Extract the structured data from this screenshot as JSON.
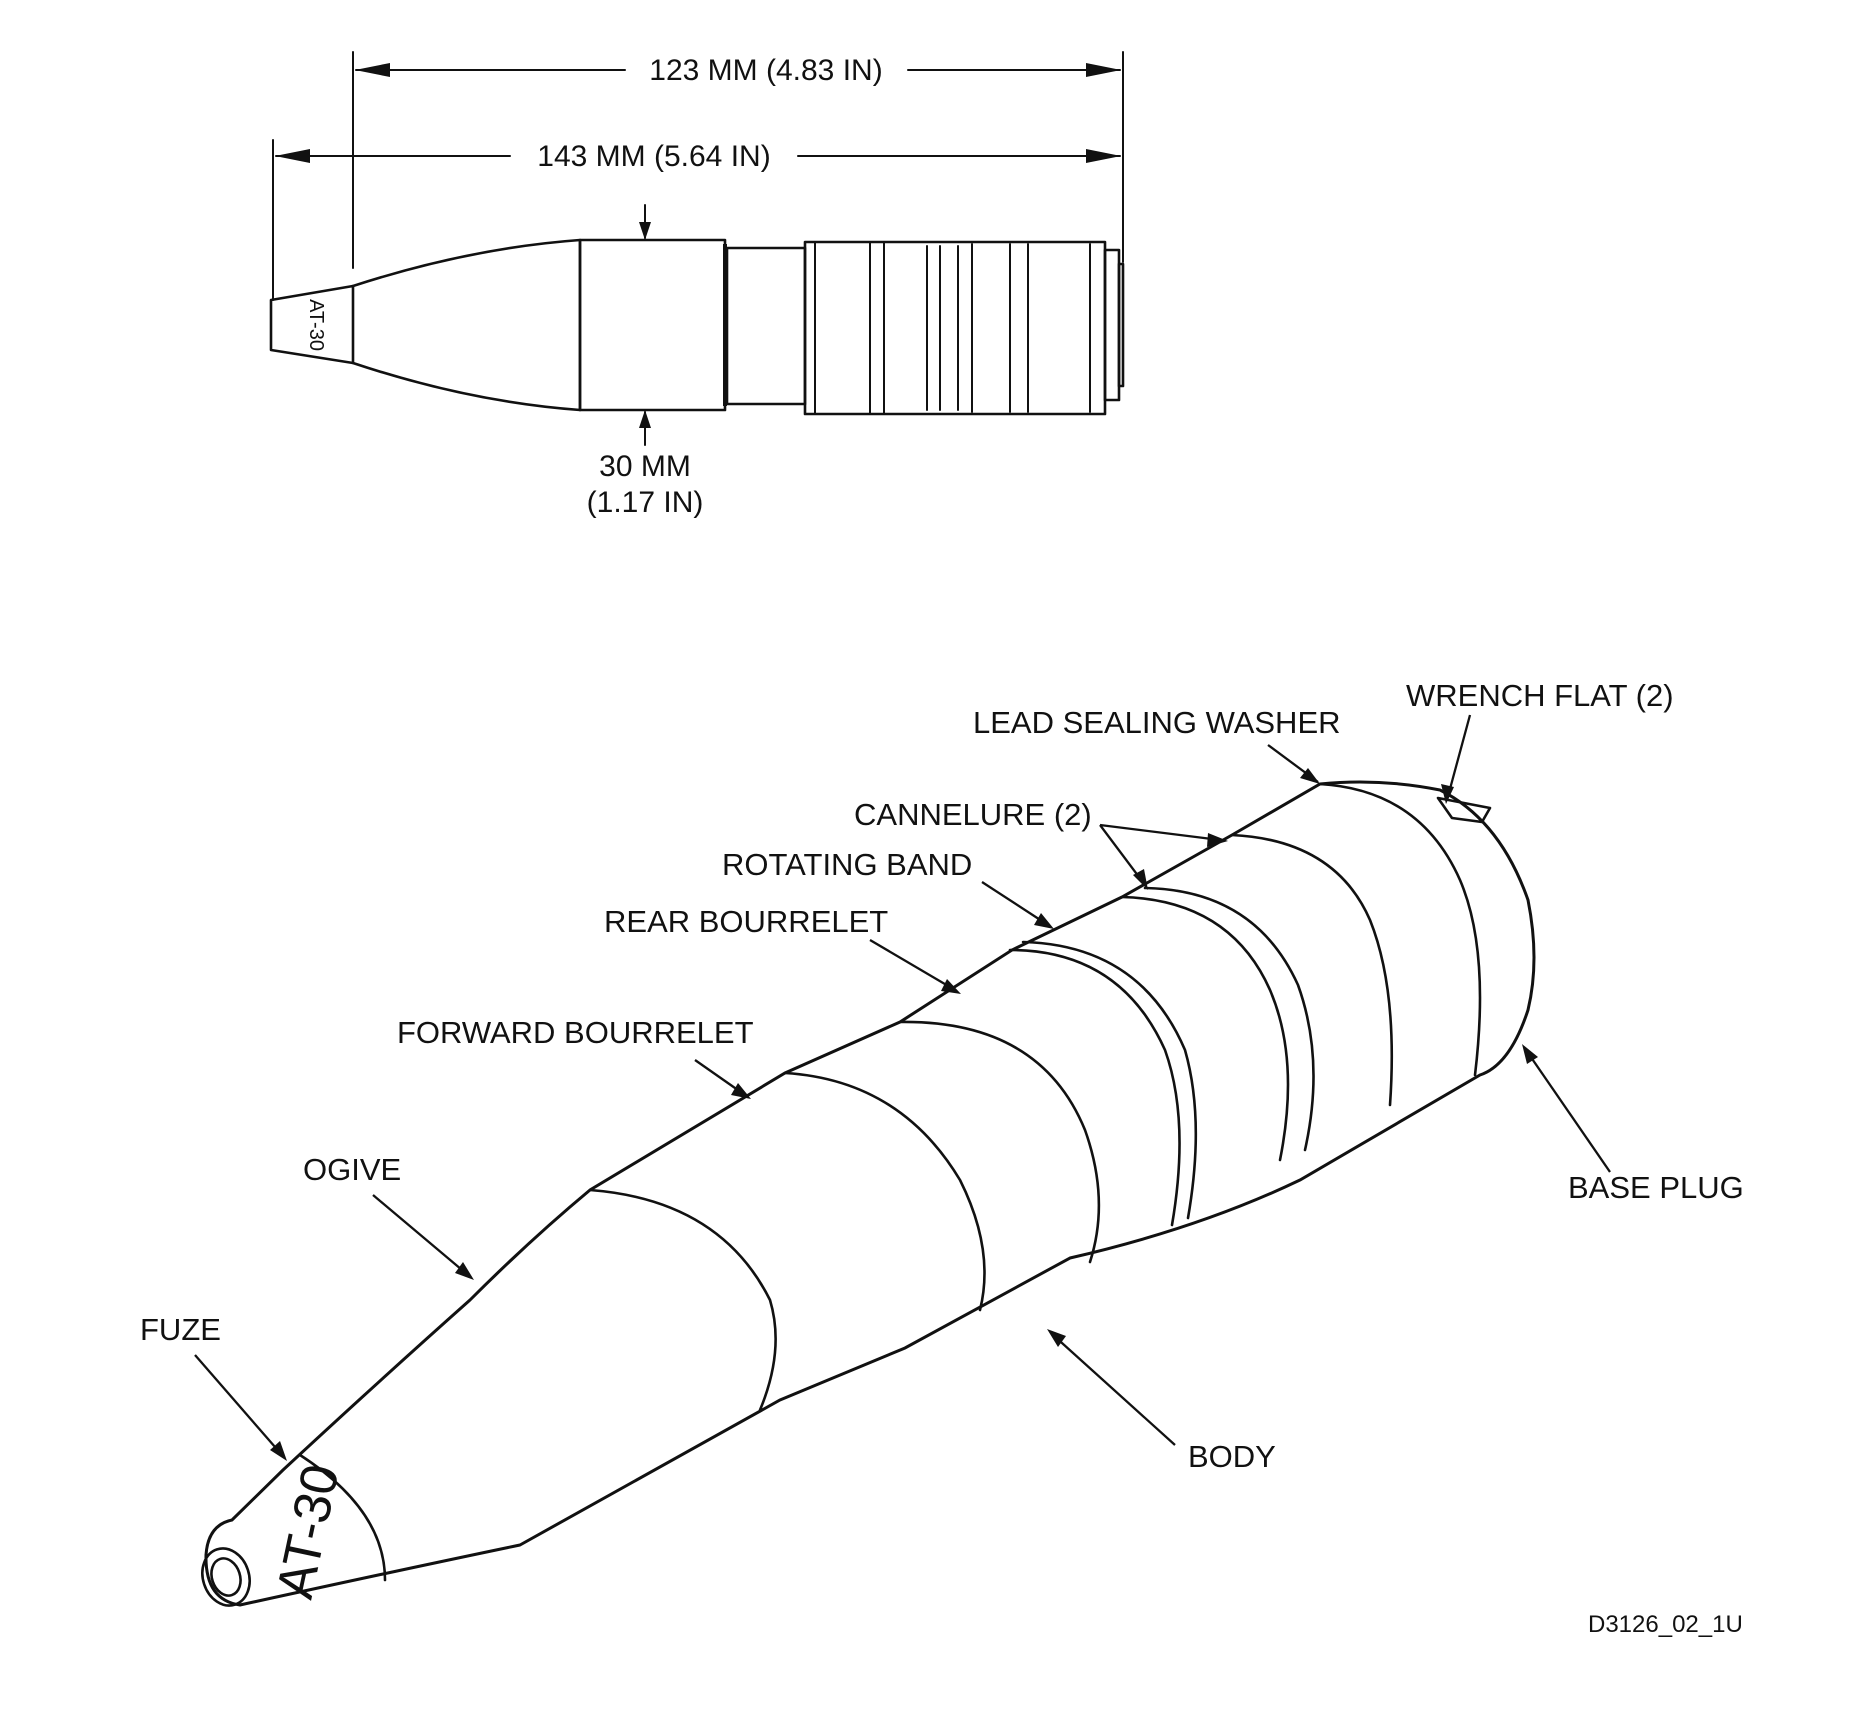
{
  "dimensions": {
    "length_123": "123 MM (4.83 IN)",
    "length_143": "143 MM (5.64 IN)",
    "diameter_mm": "30 MM",
    "diameter_in": "(1.17 IN)"
  },
  "nose_marking": "AT-30",
  "nose_marking_side": "AT-30",
  "labels": {
    "lead_sealing_washer": "LEAD SEALING WASHER",
    "wrench_flat": "WRENCH FLAT (2)",
    "cannelure": "CANNELURE (2)",
    "rotating_band": "ROTATING BAND",
    "rear_bourrelet": "REAR BOURRELET",
    "forward_bourrelet": "FORWARD BOURRELET",
    "ogive": "OGIVE",
    "fuze": "FUZE",
    "base_plug": "BASE PLUG",
    "body": "BODY"
  },
  "figure_id": "D3126_02_1U"
}
